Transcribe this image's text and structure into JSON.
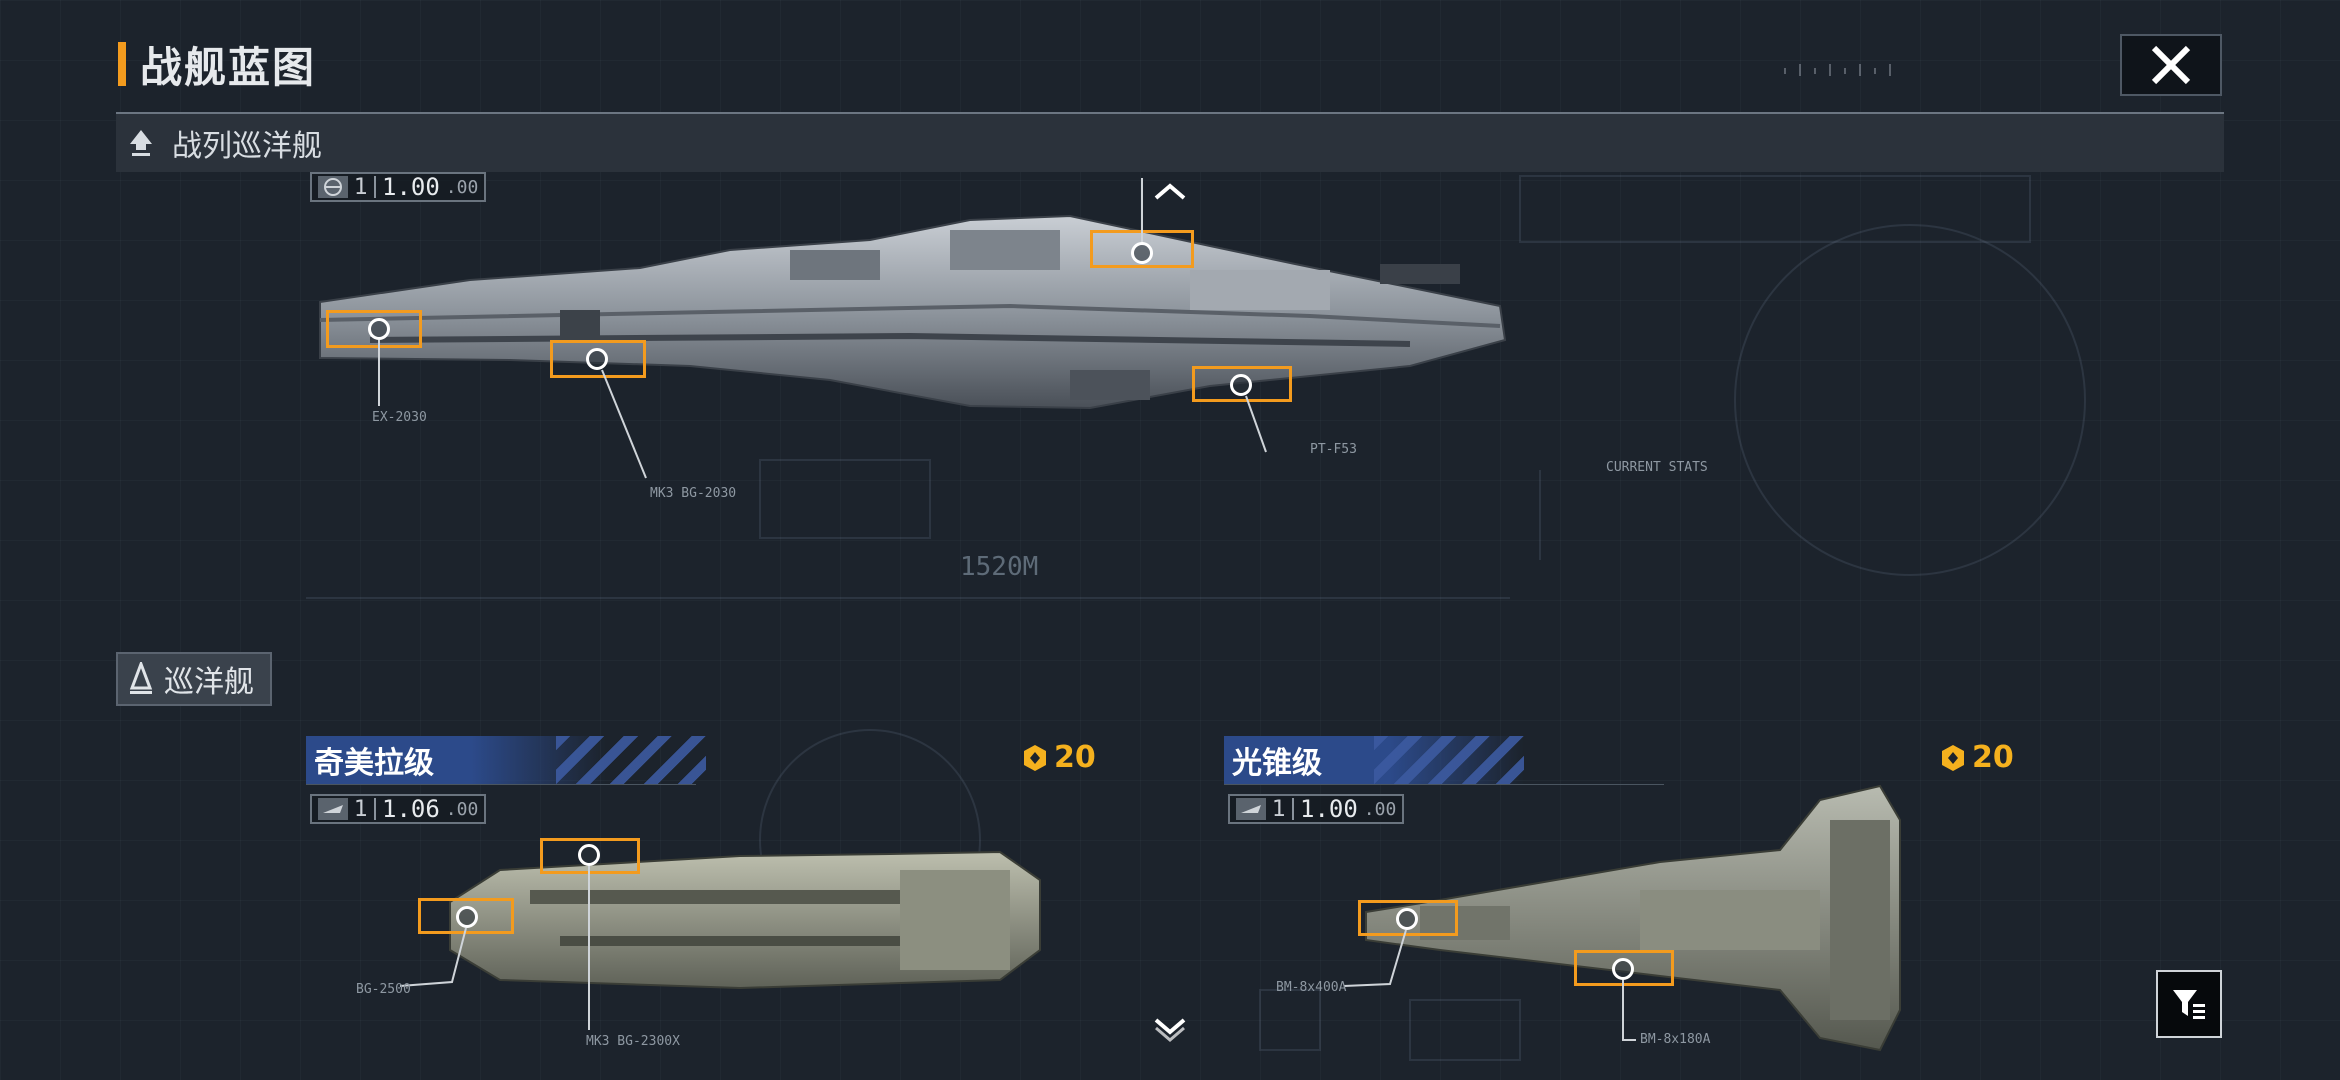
{
  "header": {
    "title": "战舰蓝图"
  },
  "section_primary": {
    "label": "战列巡洋舰",
    "chip": {
      "level": "1",
      "value": "1.00",
      "fraction": ".00"
    },
    "callouts": [
      "EX-2030",
      "MK3 BG-2030",
      "PT-F53"
    ],
    "scale": "1520M",
    "stats_title": "CURRENT STATS"
  },
  "section_secondary": {
    "label": "巡洋舰"
  },
  "cards": [
    {
      "name": "奇美拉级",
      "cost": "20",
      "chip": {
        "level": "1",
        "value": "1.06",
        "fraction": ".00"
      },
      "callouts": [
        "BG-2500",
        "MK3 BG-2300X"
      ]
    },
    {
      "name": "光锥级",
      "cost": "20",
      "chip": {
        "level": "1",
        "value": "1.00",
        "fraction": ".00"
      },
      "callouts": [
        "BM-8x400A",
        "BM-8x180A"
      ]
    }
  ],
  "icons": {
    "close": "close-icon",
    "filter": "filter-icon",
    "scroll_up": "chevron-up-icon",
    "scroll_down": "chevron-down-icon",
    "class_icon": "ship-class-icon",
    "cost_icon": "currency-icon"
  },
  "colors": {
    "accent": "#f39b1e",
    "card_title": "#2c4a8a",
    "cost": "#f5b11e"
  }
}
